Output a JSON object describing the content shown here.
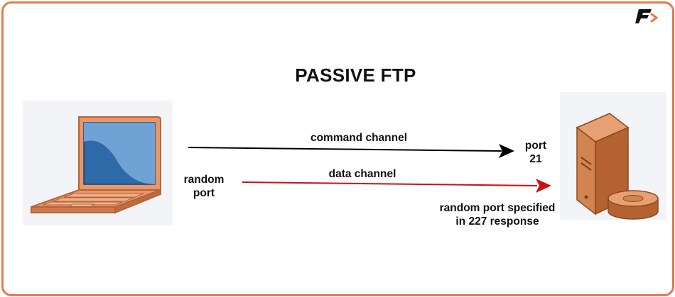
{
  "title": "PASSIVE FTP",
  "labels": {
    "command_channel": "command channel",
    "data_channel": "data channel",
    "port_21_line1": "port",
    "port_21_line2": "21",
    "random_port_line1": "random",
    "random_port_line2": "port",
    "specified_line1": "random port specified",
    "specified_line2": "in 227 response"
  },
  "icons": {
    "client": "laptop-icon",
    "server": "server-icon",
    "logo": "brand-logo-icon"
  },
  "colors": {
    "border": "#e8794a",
    "command_arrow": "#000000",
    "data_arrow": "#cc1111",
    "laptop_body": "#e8976a",
    "laptop_screen": "#2f6aa8",
    "server_body": "#c8733c"
  }
}
